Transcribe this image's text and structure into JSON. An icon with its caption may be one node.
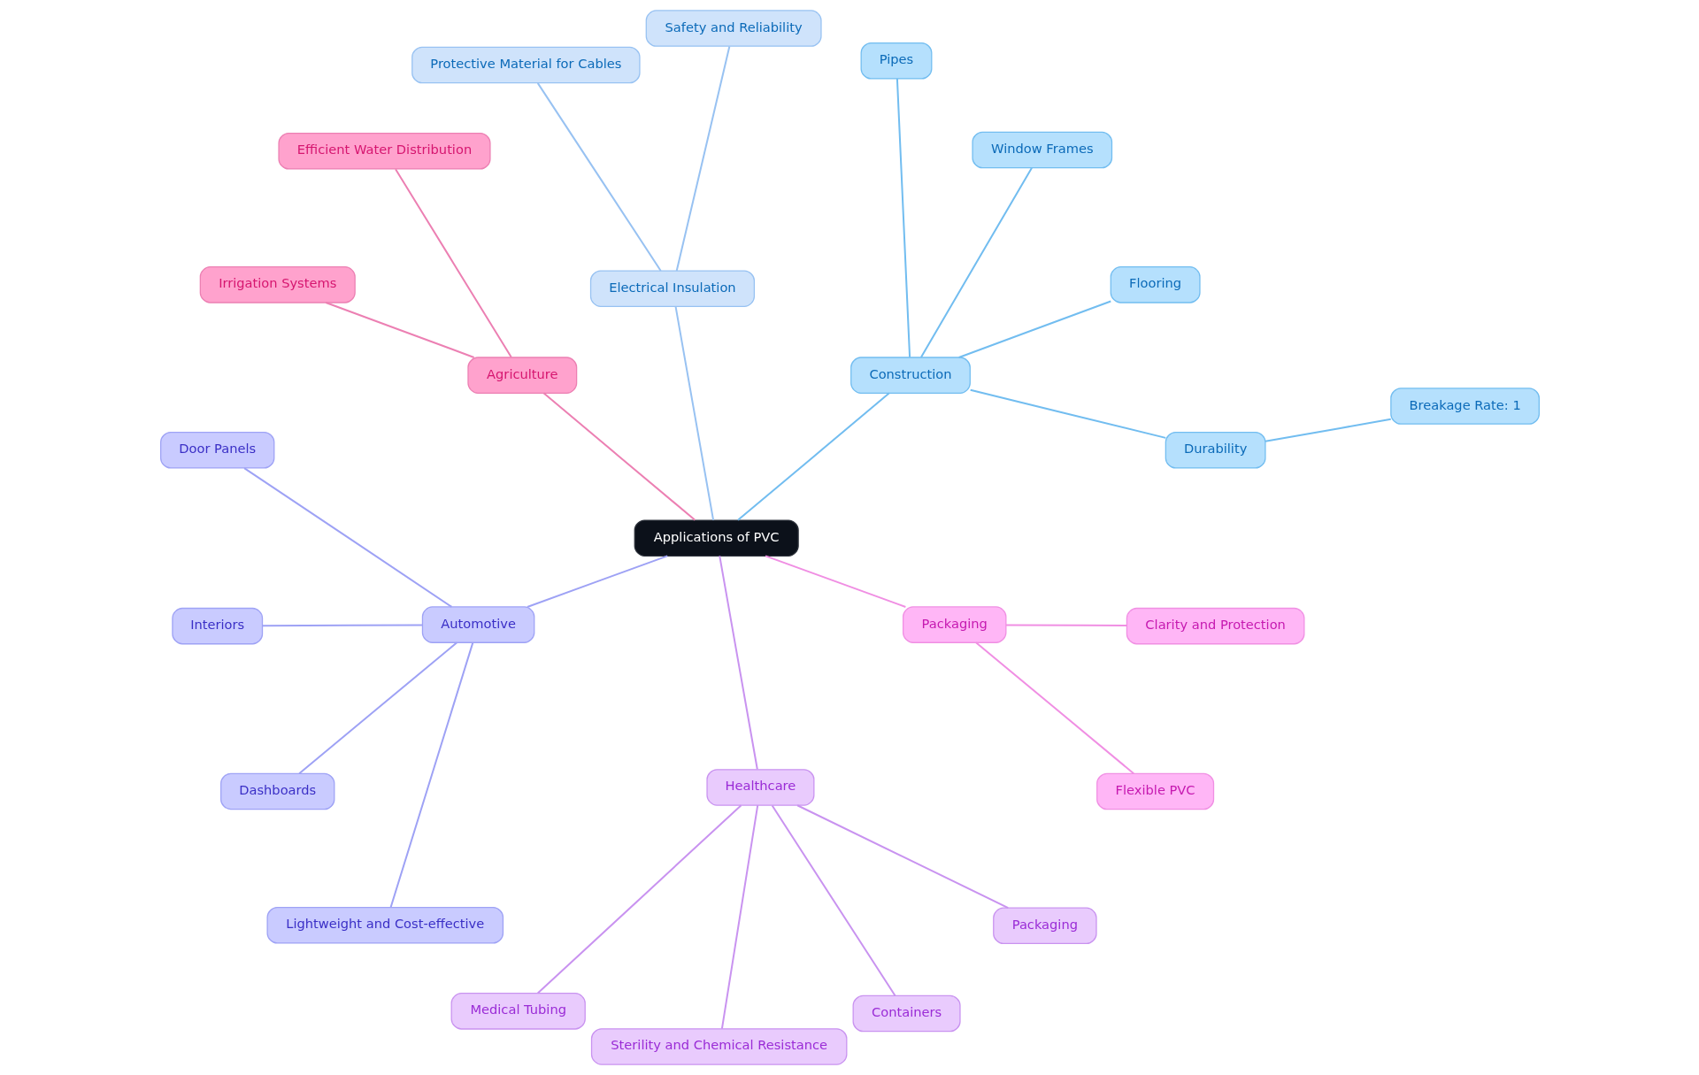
{
  "diagram": {
    "nodes": [
      {
        "text": [
          "Applications of PVC"
        ]
      },
      {
        "text": [
          "Construction"
        ]
      },
      {
        "text": [
          "Durability"
        ]
      },
      {
        "text": [
          "Breakage Rate: 1"
        ]
      },
      {
        "text": [
          "Flooring"
        ]
      },
      {
        "text": [
          "Window Frames"
        ]
      },
      {
        "text": [
          "Pipes"
        ]
      },
      {
        "text": [
          "Electrical Insulation"
        ]
      },
      {
        "text": [
          "Safety and Reliability"
        ]
      },
      {
        "text": [
          "Protective Material for Cables"
        ]
      },
      {
        "text": [
          "Agriculture"
        ]
      },
      {
        "text": [
          "Efficient Water Distribution"
        ]
      },
      {
        "text": [
          "Irrigation Systems"
        ]
      },
      {
        "text": [
          "Automotive"
        ]
      },
      {
        "text": [
          "Door Panels"
        ]
      },
      {
        "text": [
          "Interiors"
        ]
      },
      {
        "text": [
          "Dashboards"
        ]
      },
      {
        "text": [
          "Lightweight and Cost-effective"
        ]
      },
      {
        "text": [
          "Healthcare"
        ]
      },
      {
        "text": [
          "Medical Tubing"
        ]
      },
      {
        "text": [
          "Sterility and Chemical Resistance"
        ]
      },
      {
        "text": [
          "Containers"
        ]
      },
      {
        "text": [
          "Packaging"
        ]
      },
      {
        "text": [
          "Packaging"
        ]
      },
      {
        "text": [
          "Flexible PVC"
        ]
      },
      {
        "text": [
          "Clarity and Protection"
        ]
      }
    ],
    "edges": [
      {
        "from": 0,
        "to": 1,
        "arrow": "none",
        "color": "#72bdf0"
      },
      {
        "from": 1,
        "to": 2,
        "arrow": "none",
        "color": "#72bdf0"
      },
      {
        "from": 2,
        "to": 3,
        "arrow": "none",
        "color": "#72bdf0"
      },
      {
        "from": 1,
        "to": 4,
        "arrow": "none",
        "color": "#72bdf0"
      },
      {
        "from": 1,
        "to": 5,
        "arrow": "none",
        "color": "#72bdf0"
      },
      {
        "from": 1,
        "to": 6,
        "arrow": "none",
        "color": "#72bdf0"
      },
      {
        "from": 0,
        "to": 7,
        "arrow": "none",
        "color": "#98c2f2"
      },
      {
        "from": 7,
        "to": 8,
        "arrow": "none",
        "color": "#98c2f2"
      },
      {
        "from": 7,
        "to": 9,
        "arrow": "none",
        "color": "#98c2f2"
      },
      {
        "from": 0,
        "to": 10,
        "arrow": "none",
        "color": "#ec80b3"
      },
      {
        "from": 10,
        "to": 11,
        "arrow": "none",
        "color": "#ec80b3"
      },
      {
        "from": 10,
        "to": 12,
        "arrow": "none",
        "color": "#ec80b3"
      },
      {
        "from": 0,
        "to": 13,
        "arrow": "none",
        "color": "#9ea2f5"
      },
      {
        "from": 13,
        "to": 14,
        "arrow": "none",
        "color": "#9ea2f5"
      },
      {
        "from": 13,
        "to": 15,
        "arrow": "none",
        "color": "#9ea2f5"
      },
      {
        "from": 13,
        "to": 16,
        "arrow": "none",
        "color": "#9ea2f5"
      },
      {
        "from": 13,
        "to": 17,
        "arrow": "none",
        "color": "#9ea2f5"
      },
      {
        "from": 0,
        "to": 18,
        "arrow": "none",
        "color": "#c993f0"
      },
      {
        "from": 18,
        "to": 19,
        "arrow": "none",
        "color": "#c993f0"
      },
      {
        "from": 18,
        "to": 20,
        "arrow": "none",
        "color": "#c993f0"
      },
      {
        "from": 18,
        "to": 21,
        "arrow": "none",
        "color": "#c993f0"
      },
      {
        "from": 18,
        "to": 22,
        "arrow": "none",
        "color": "#c993f0"
      },
      {
        "from": 0,
        "to": 23,
        "arrow": "none",
        "color": "#f08fe3"
      },
      {
        "from": 23,
        "to": 24,
        "arrow": "none",
        "color": "#f08fe3"
      },
      {
        "from": 23,
        "to": 25,
        "arrow": "none",
        "color": "#f08fe3"
      }
    ]
  }
}
